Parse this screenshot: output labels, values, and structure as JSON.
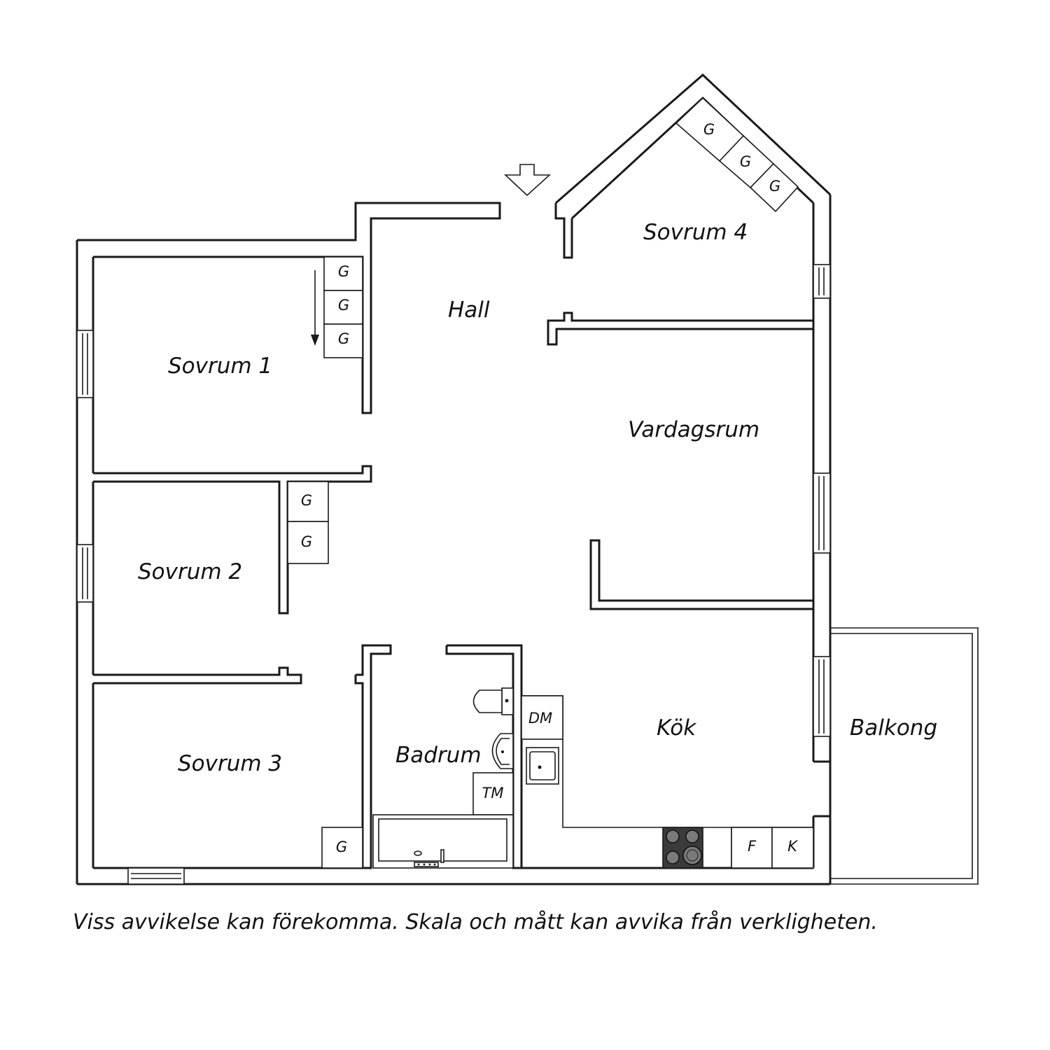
{
  "rooms": {
    "sovrum1": "Sovrum 1",
    "sovrum2": "Sovrum 2",
    "sovrum3": "Sovrum 3",
    "sovrum4": "Sovrum 4",
    "hall": "Hall",
    "vardagsrum": "Vardagsrum",
    "kok": "Kök",
    "badrum": "Badrum",
    "balkong": "Balkong"
  },
  "fixtures": {
    "wardrobe": "G",
    "dishwasher": "DM",
    "washing_machine": "TM",
    "fridge": "K",
    "freezer": "F"
  },
  "disclaimer": "Viss avvikelse kan förekomma. Skala och mått kan avvika från verkligheten."
}
